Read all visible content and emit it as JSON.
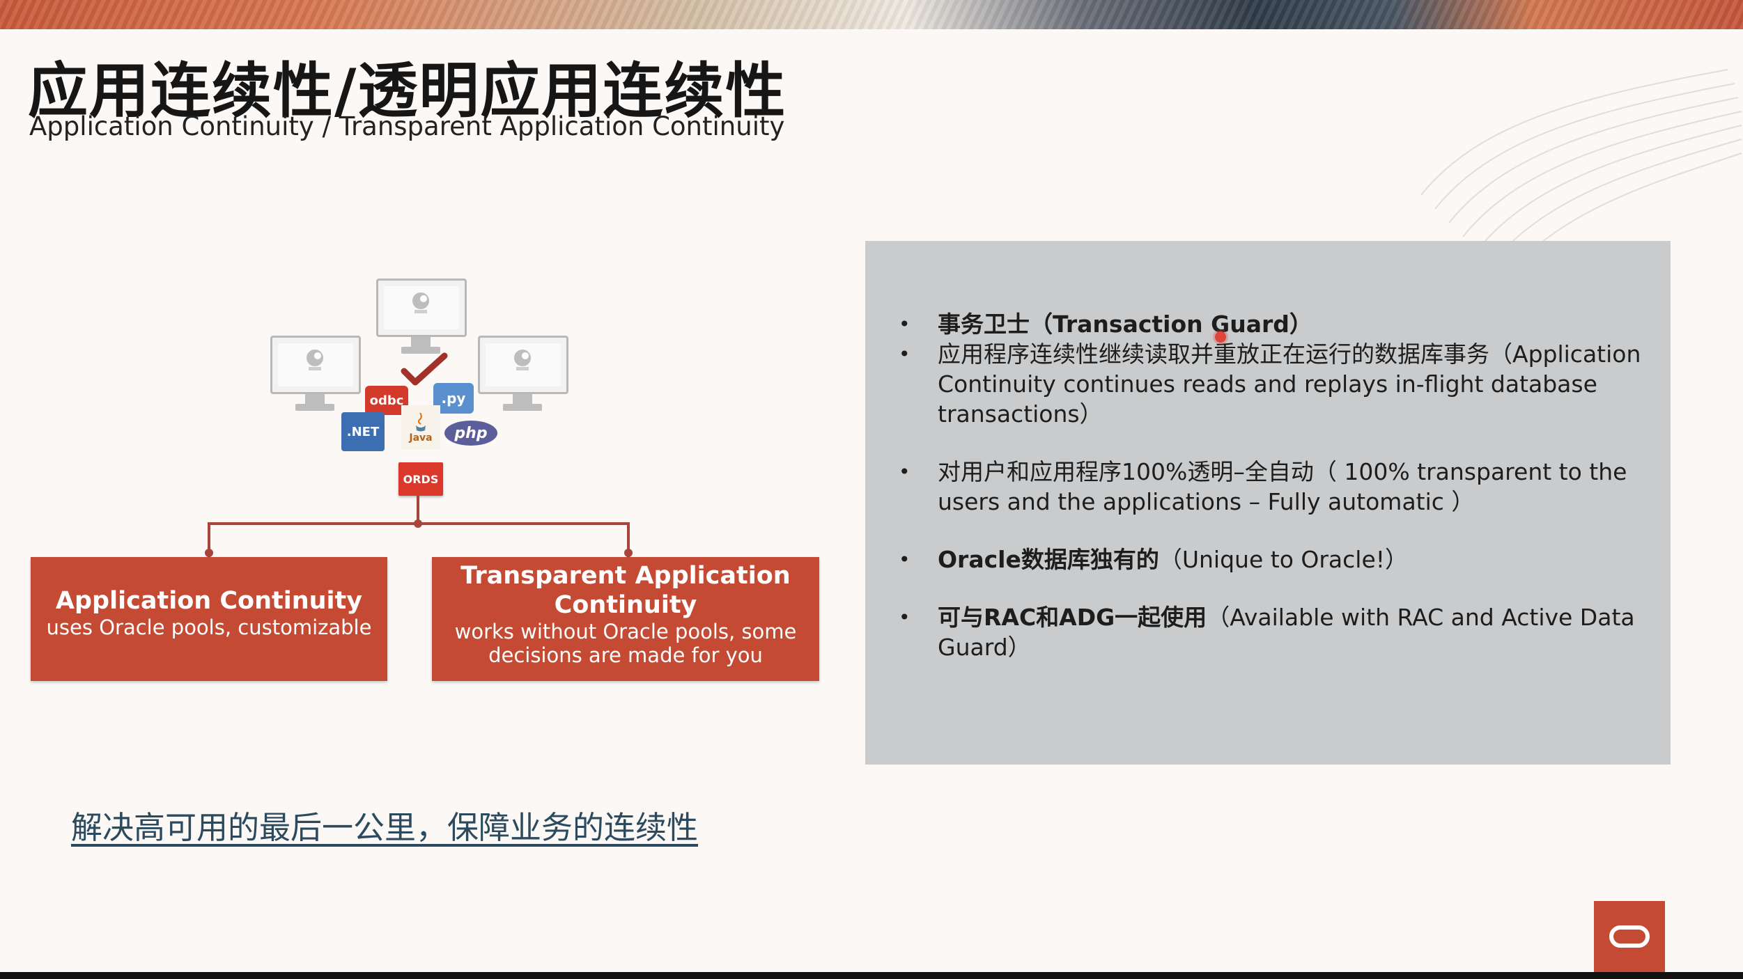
{
  "slide": {
    "title": "应用连续性/透明应用连续性",
    "subtitle": "Application Continuity / Transparent Application Continuity"
  },
  "diagram": {
    "tech_labels": {
      "odbc": "odbc",
      "py": ".py",
      "net": ".NET",
      "java": "Java",
      "php": "php",
      "ords": "ORDS"
    },
    "box_ac": {
      "title": "Application Continuity",
      "text": "uses Oracle pools, customizable"
    },
    "box_tac": {
      "title": "Transparent Application Continuity",
      "text": "works without Oracle pools, some decisions are made for you"
    }
  },
  "panel": {
    "bullets": [
      {
        "bold": "事务卫士（Transaction Guard）",
        "text": ""
      },
      {
        "bold": "",
        "text": "应用程序连续性继续读取并重放正在运行的数据库事务（Application Continuity continues reads and replays in-flight database transactions）"
      },
      {
        "bold": "",
        "text": "对用户和应用程序100%透明–全自动（ 100% transparent to the users and the applications – Fully automatic ）"
      },
      {
        "bold": "Oracle数据库独有的",
        "text": "（Unique to Oracle!）"
      },
      {
        "bold": "可与RAC和ADG一起使用",
        "text": "（Available with RAC and Active Data Guard）"
      }
    ]
  },
  "footer": {
    "link": "解决高可用的最后一公里，保障业务的连续性"
  },
  "colors": {
    "brand_red": "#c44a34",
    "panel_grey": "#c9cbcd",
    "connector": "#a8443a"
  }
}
